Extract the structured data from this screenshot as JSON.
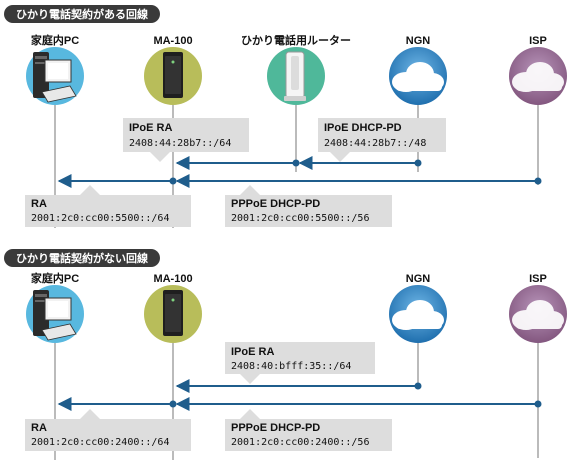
{
  "colors": {
    "pc": "#58b8df",
    "router": "#b8bd5a",
    "hikari": "#4fb89a",
    "ngn": "#2e86c6",
    "isp": "#9a6d9c",
    "arrow": "#1f5d8c",
    "box": "#dddddd",
    "title_bg": "#3a3a3a"
  },
  "sections": [
    {
      "title": "ひかり電話契約がある回線",
      "nodes": [
        {
          "label": "家庭内PC",
          "icon": "pc-icon"
        },
        {
          "label": "MA-100",
          "icon": "router-icon"
        },
        {
          "label": "ひかり電話用ルーター",
          "icon": "hikari-router-icon"
        },
        {
          "label": "NGN",
          "icon": "cloud-icon"
        },
        {
          "label": "ISP",
          "icon": "cloud-icon"
        }
      ],
      "boxes": [
        {
          "title": "IPoE RA",
          "addr": "2408:44:28b7::/64"
        },
        {
          "title": "IPoE DHCP-PD",
          "addr": "2408:44:28b7::/48"
        },
        {
          "title": "RA",
          "addr": "2001:2c0:cc00:5500::/64"
        },
        {
          "title": "PPPoE DHCP-PD",
          "addr": "2001:2c0:cc00:5500::/56"
        }
      ]
    },
    {
      "title": "ひかり電話契約がない回線",
      "nodes": [
        {
          "label": "家庭内PC",
          "icon": "pc-icon"
        },
        {
          "label": "MA-100",
          "icon": "router-icon"
        },
        {
          "label": "NGN",
          "icon": "cloud-icon"
        },
        {
          "label": "ISP",
          "icon": "cloud-icon"
        }
      ],
      "boxes": [
        {
          "title": "IPoE RA",
          "addr": "2408:40:bfff:35::/64"
        },
        {
          "title": "RA",
          "addr": "2001:2c0:cc00:2400::/64"
        },
        {
          "title": "PPPoE DHCP-PD",
          "addr": "2001:2c0:cc00:2400::/56"
        }
      ]
    }
  ]
}
